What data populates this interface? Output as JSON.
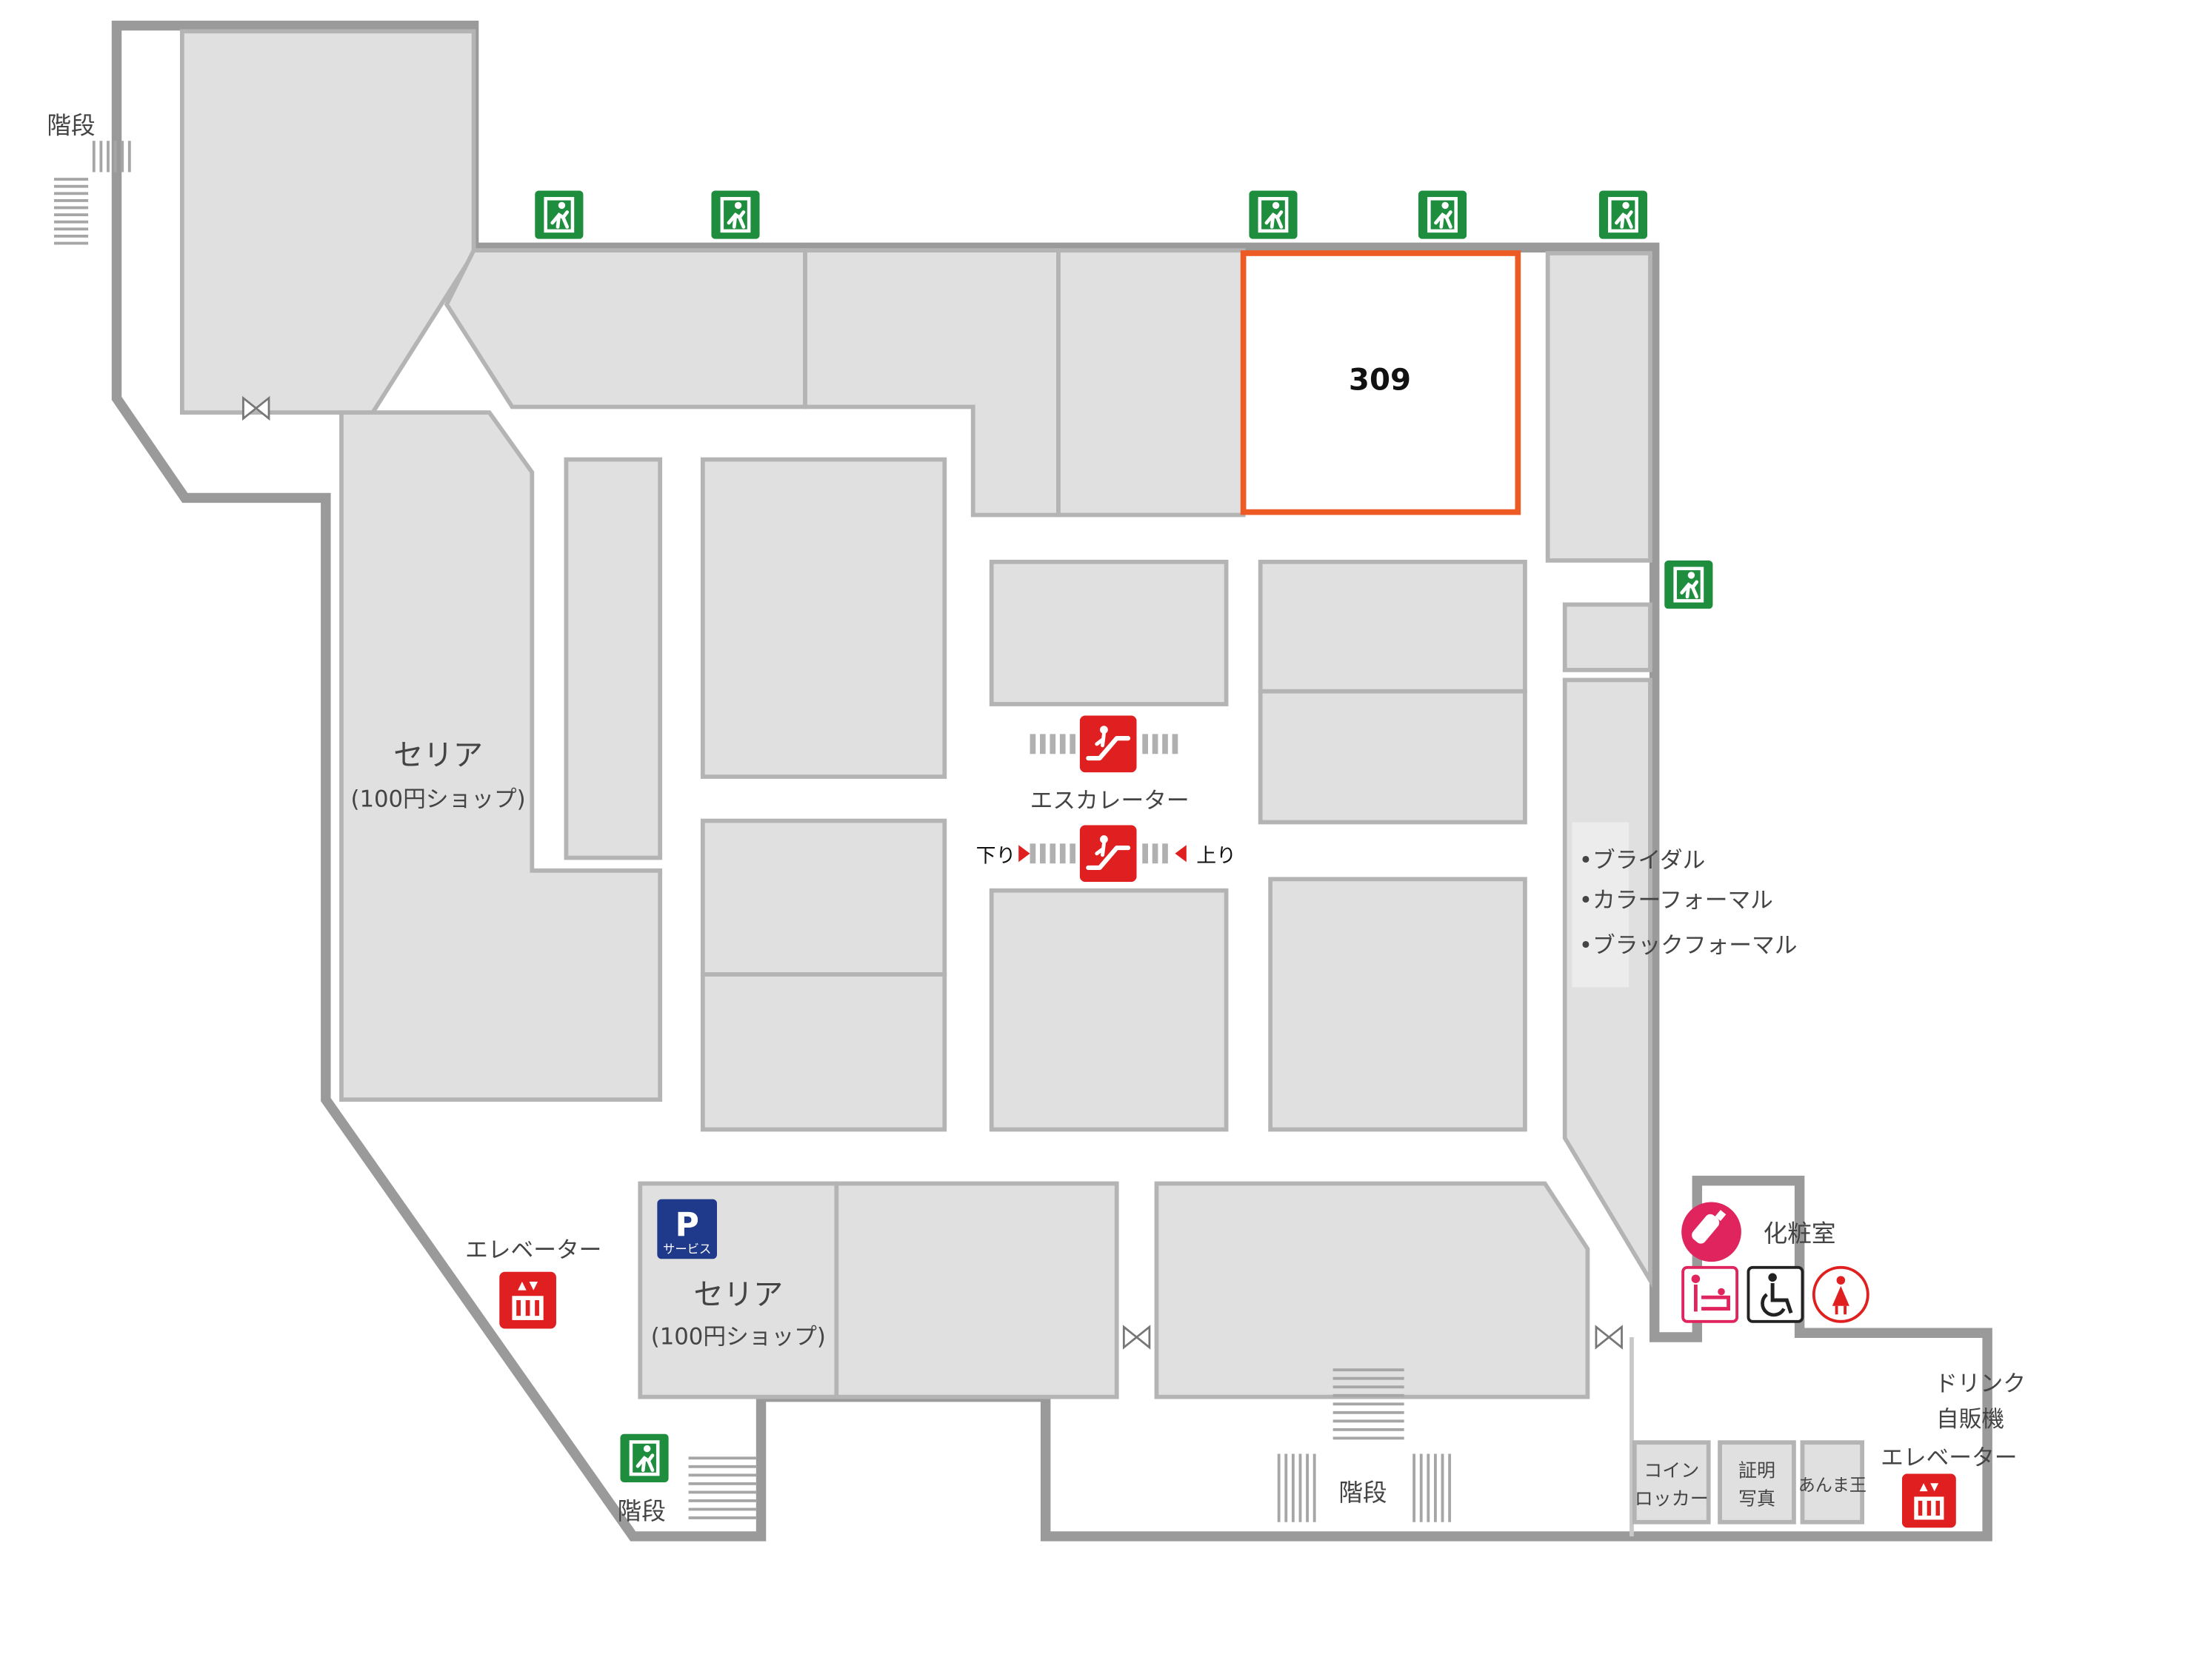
{
  "highlight": {
    "unit": "309",
    "color": "#ee5a24"
  },
  "colors": {
    "shop_fill": "#e0e0e0",
    "wall": "#9a9a9a",
    "exit_green": "#1e8e3e",
    "red_facility": "#e02020",
    "nursing_pink": "#e0245e",
    "parking_blue": "#1f3a8a"
  },
  "labels": {
    "stairs_top_left": "階段",
    "seria_upper": {
      "name": "セリア",
      "sub": "(100円ショップ)"
    },
    "seria_lower": {
      "name": "セリア",
      "sub": "(100円ショップ)"
    },
    "parking_letter": "P",
    "parking_sub": "サービス",
    "escalator": "エスカレーター",
    "escalator_down": "下り",
    "escalator_up": "上り",
    "formal_items": [
      "•ブライダル",
      "•カラーフォーマル",
      "•ブラックフォーマル"
    ],
    "powder_room": "化粧室",
    "elevator_left": "エレベーター",
    "elevator_right": "エレベーター",
    "stairs_bottom_left": "階段",
    "stairs_bottom_center": "階段",
    "drink_vending": [
      "ドリンク",
      "自販機"
    ],
    "coin_locker": [
      "コイン",
      "ロッカー"
    ],
    "photo_booth": [
      "証明",
      "写真"
    ],
    "anma": "あんま王"
  },
  "icons": [
    "emergency-exit-icon",
    "escalator-icon",
    "elevator-icon",
    "parking-icon",
    "nursing-bottle-icon",
    "baby-changing-icon",
    "wheelchair-icon",
    "womens-restroom-icon",
    "door-icon"
  ]
}
